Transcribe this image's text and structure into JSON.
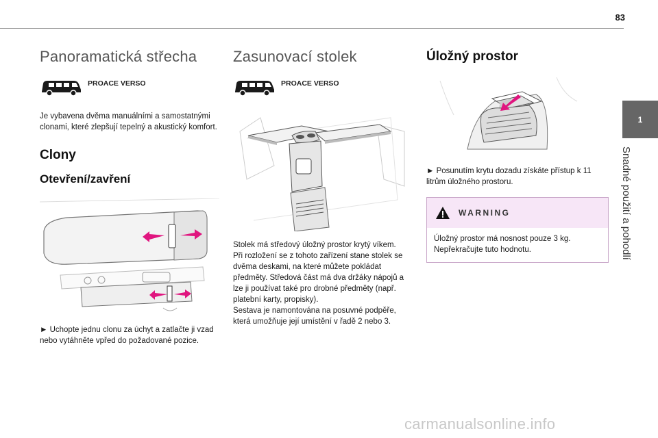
{
  "header": {
    "page_number": "83"
  },
  "chapter_tab": {
    "number": "1",
    "title": "Snadné použití a pohodlí"
  },
  "column1": {
    "title": "Panoramatická střecha",
    "model": "PROACE VERSO",
    "intro": "Je vybavena dvěma manuálními a samostatnými clonami, které zlepšují tepelný a akustický komfort.",
    "section": "Clony",
    "subsection": "Otevření/zavření",
    "instruction": "► Uchopte jednu clonu za úchyt a zatlačte ji vzad nebo vytáhněte vpřed do požadované pozice."
  },
  "column2": {
    "title": "Zasunovací stolek",
    "model": "PROACE VERSO",
    "body_1": "Stolek má středový úložný prostor krytý víkem.",
    "body_2": "Při rozložení se z tohoto zařízení stane stolek se dvěma deskami, na které můžete pokládat předměty. Středová část má dva držáky nápojů a lze ji používat také pro drobné předměty (např. platební karty, propisky).",
    "body_3": "Sestava je namontována na posuvné podpěře, která umožňuje její umístění v řadě 2 nebo 3."
  },
  "column3": {
    "title": "Úložný prostor",
    "instruction": "► Posunutím krytu dozadu získáte přístup k 11 litrům úložného prostoru.",
    "warning": {
      "title": "WARNING",
      "text": "Úložný prostor má nosnost pouze 3 kg. Nepřekračujte tuto hodnotu."
    }
  },
  "footer": {
    "watermark": "carmanualsonline.info"
  },
  "colors": {
    "accent": "#e0157f",
    "warning_bg": "#f7e6f7",
    "tab": "#666666"
  },
  "icons": [
    "van-icon",
    "warning-triangle-icon",
    "arrow-icon"
  ]
}
